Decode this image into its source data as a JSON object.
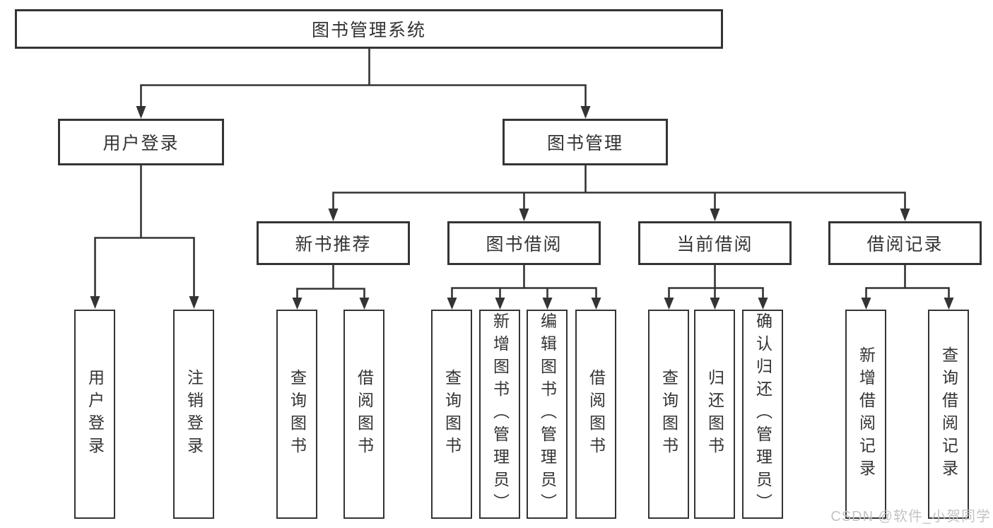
{
  "tree": {
    "root": {
      "label": "图书管理系统",
      "children": [
        {
          "label": "用户登录",
          "children": [
            {
              "label": "用户登录"
            },
            {
              "label": "注销登录"
            }
          ]
        },
        {
          "label": "图书管理",
          "children": [
            {
              "label": "新书推荐",
              "children": [
                {
                  "label": "查询图书"
                },
                {
                  "label": "借阅图书"
                }
              ]
            },
            {
              "label": "图书借阅",
              "children": [
                {
                  "label": "查询图书"
                },
                {
                  "label": "新增图书（管理员）"
                },
                {
                  "label": "编辑图书（管理员）"
                },
                {
                  "label": "借阅图书"
                }
              ]
            },
            {
              "label": "当前借阅",
              "children": [
                {
                  "label": "查询图书"
                },
                {
                  "label": "归还图书"
                },
                {
                  "label": "确认归还（管理员）"
                }
              ]
            },
            {
              "label": "借阅记录",
              "children": [
                {
                  "label": "新增借阅记录"
                },
                {
                  "label": "查询借阅记录"
                }
              ]
            }
          ]
        }
      ]
    }
  },
  "watermark": {
    "text": "CSDN @软件_小贺同学"
  },
  "colors": {
    "line": "#343434",
    "text": "#333333",
    "box-bg": "#ffffff",
    "page-bg": "#ffffff",
    "watermark": "#c3c3c3"
  }
}
